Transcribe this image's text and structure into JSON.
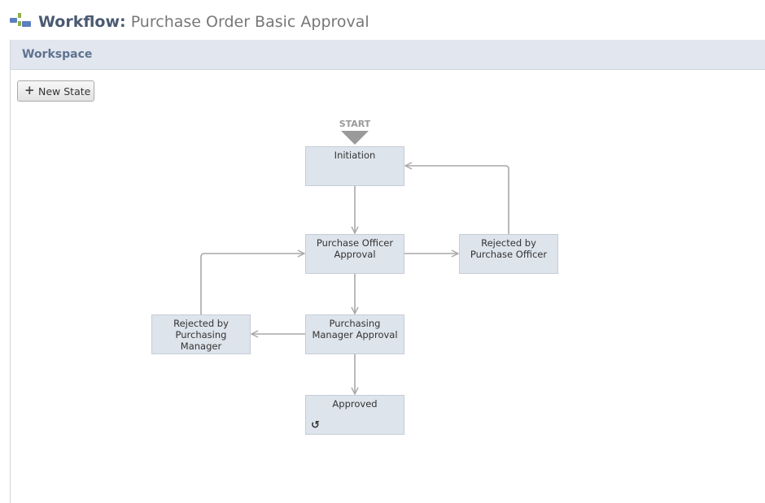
{
  "header": {
    "icon": "workflow-icon",
    "title_label": "Workflow:",
    "title_name": "Purchase Order Basic Approval"
  },
  "workspace": {
    "title": "Workspace",
    "new_state_label": "New State",
    "start_label": "START",
    "states": {
      "initiation": [
        "Initiation"
      ],
      "purchase_officer_approval": [
        "Purchase Officer",
        "Approval"
      ],
      "rejected_by_purchase_officer": [
        "Rejected by",
        "Purchase Officer"
      ],
      "purchasing_manager_approval": [
        "Purchasing",
        "Manager Approval"
      ],
      "rejected_by_purchasing_manager": [
        "Rejected by",
        "Purchasing",
        "Manager"
      ],
      "approved": [
        "Approved"
      ]
    }
  },
  "colors": {
    "header_label": "#4a5a72",
    "panel_header": "#e2e7ef",
    "state_fill": "#dee4ec",
    "connector": "#a8a8a8"
  }
}
